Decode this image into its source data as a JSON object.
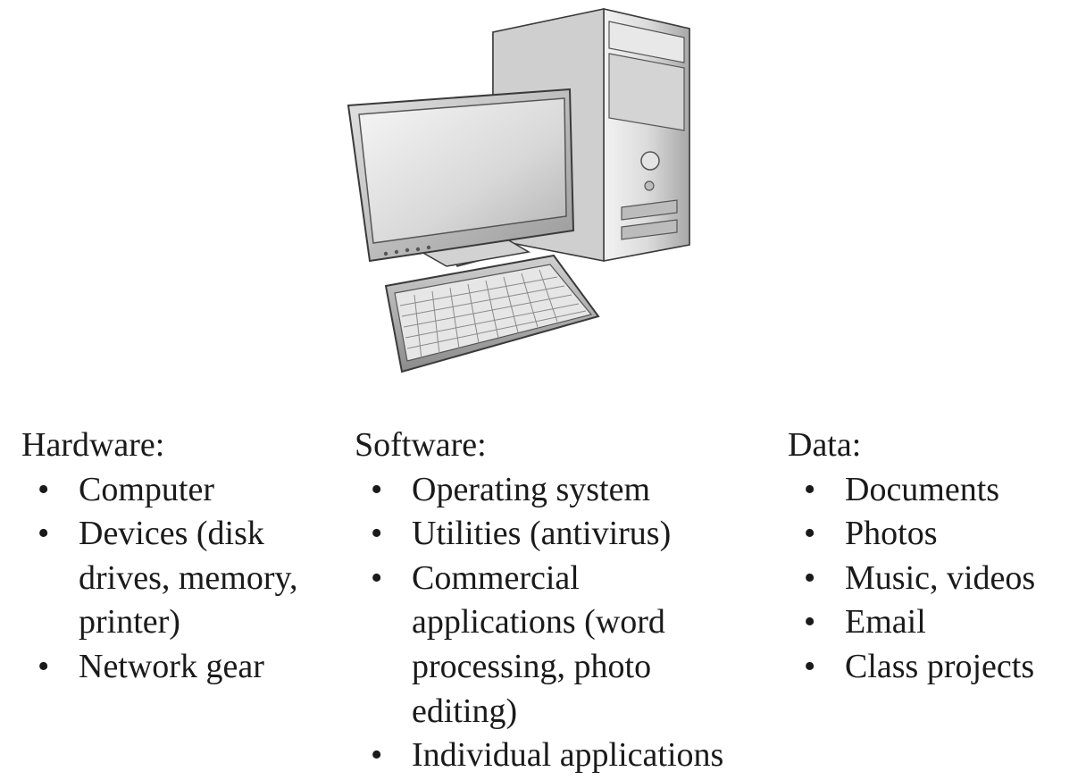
{
  "illustration": {
    "icon": "desktop-computer-icon",
    "parts": [
      "monitor",
      "tower",
      "keyboard"
    ],
    "colors": {
      "light_gray": "#ececec",
      "mid_gray": "#c4c4c4",
      "dark_gray": "#808080",
      "outline": "#3a3a3a"
    }
  },
  "bullet_symbol": "•",
  "columns": [
    {
      "heading": "Hardware:",
      "items": [
        "Computer",
        "Devices (disk drives, memory, printer)",
        "Network gear"
      ]
    },
    {
      "heading": "Software:",
      "items": [
        "Operating system",
        "Utilities (antivirus)",
        "Commercial applications (word processing, photo editing)",
        "Individual applications"
      ]
    },
    {
      "heading": "Data:",
      "items": [
        "Documents",
        "Photos",
        "Music, videos",
        "Email",
        "Class projects"
      ]
    }
  ]
}
